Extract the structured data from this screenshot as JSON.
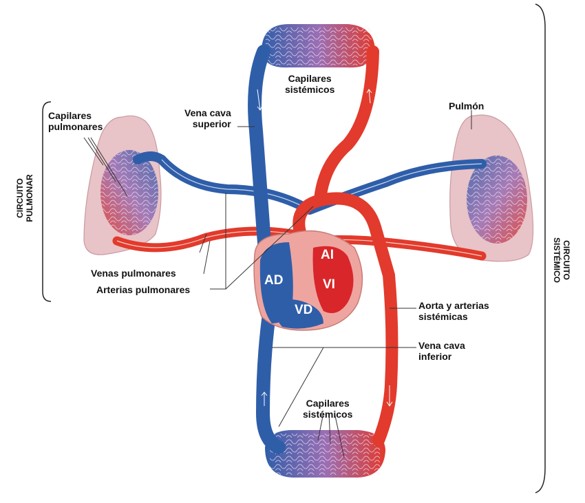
{
  "colors": {
    "vein_blue": "#2f5ea9",
    "artery_red": "#e23a2c",
    "capillary_purple": "#9a6fb4",
    "lung_pink": "#e8c3c7",
    "heart_wall": "#eea5a0"
  },
  "labels": {
    "capilares_pulmonares": [
      "Capilares",
      "pulmonares"
    ],
    "capilares_sistemicos_top": [
      "Capilares",
      "sistémicos"
    ],
    "capilares_sistemicos_bottom": [
      "Capilares",
      "sistémicos"
    ],
    "vena_cava_superior": [
      "Vena cava",
      "superior"
    ],
    "pulmon": "Pulmón",
    "venas_pulmonares": "Venas pulmonares",
    "arterias_pulmonares": "Arterias pulmonares",
    "aorta": [
      "Aorta y arterias",
      "sistémicas"
    ],
    "vena_cava_inferior": [
      "Vena cava",
      "inferior"
    ]
  },
  "chambers": {
    "ad": "AD",
    "ai": "AI",
    "vi": "VI",
    "vd": "VD"
  },
  "circuits": {
    "pulmonar": [
      "CIRCUITO",
      "PULMONAR"
    ],
    "sistemico": [
      "CIRCUITO",
      "SISTÉMICO"
    ]
  }
}
